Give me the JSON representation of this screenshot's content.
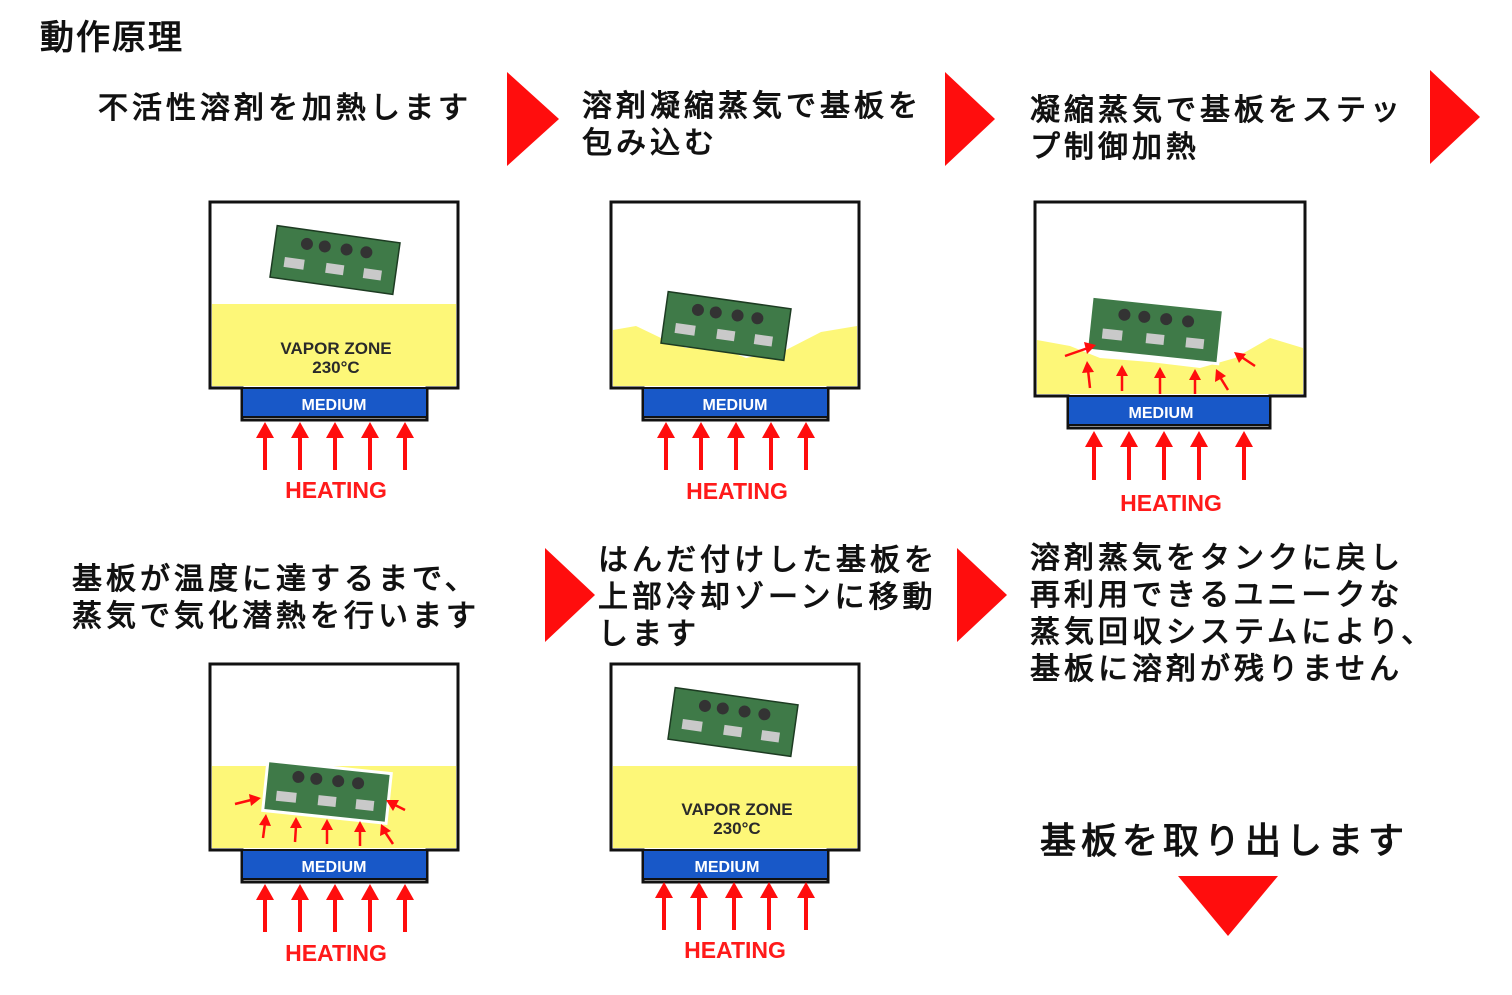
{
  "title": "動作原理",
  "steps": [
    {
      "text": "不活性溶剤を加熱します"
    },
    {
      "text": "溶剤凝縮蒸気で基板を\n包み込む"
    },
    {
      "text": "凝縮蒸気で基板をステッ\nプ制御加熱"
    },
    {
      "text": "基板が温度に達するまで、\n蒸気で気化潜熱を行います"
    },
    {
      "text": "はんだ付けした基板を\n上部冷却ゾーンに移動\nします"
    },
    {
      "text": "溶剤蒸気をタンクに戻し\n再利用できるユニークな\n蒸気回収システムにより、\n基板に溶剤が残りません"
    }
  ],
  "final_step": "基板を取り出します",
  "diagram": {
    "vapor_zone": "VAPOR ZONE",
    "vapor_temp": "230°C",
    "medium": "MEDIUM",
    "heating": "HEATING"
  },
  "colors": {
    "vapor": "#fdf778",
    "medium": "#1858c8",
    "arrow": "#ff0d0d",
    "pcb": "#3f7a48",
    "chevron": "#ff0d0d"
  }
}
